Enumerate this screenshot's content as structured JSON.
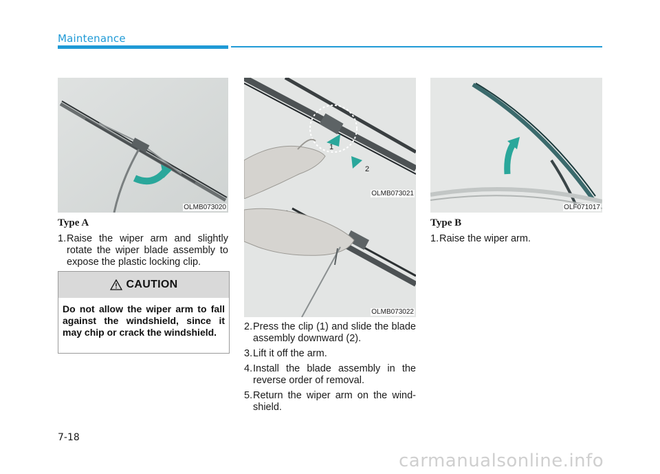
{
  "header": {
    "section": "Maintenance"
  },
  "figures": {
    "fig1": {
      "code": "OLMB073020"
    },
    "fig2": {
      "code": "OLMB073021",
      "callout1": "1",
      "callout2": "2"
    },
    "fig3": {
      "code": "OLMB073022"
    },
    "fig4": {
      "code": "OLF071017"
    }
  },
  "type_a": {
    "heading": "Type A",
    "steps": [
      {
        "num": "1.",
        "text": "Raise the wiper arm and slightly rotate the wiper blade assembly to expose the plastic locking clip."
      }
    ]
  },
  "caution": {
    "title": "CAUTION",
    "body": "Do not allow the wiper arm to fall against the windshield, since it may chip or crack the windshield."
  },
  "middle_steps": [
    {
      "num": "2.",
      "text": "Press the clip (1) and slide the blade assembly downward (2)."
    },
    {
      "num": "3.",
      "text": "Lift it off the arm."
    },
    {
      "num": "4.",
      "text": "Install the blade assembly in the reverse order of removal."
    },
    {
      "num": "5.",
      "text": "Return the wiper arm on the wind-shield."
    }
  ],
  "type_b": {
    "heading": "Type B",
    "steps": [
      {
        "num": "1.",
        "text": "Raise the wiper arm."
      }
    ]
  },
  "footer": {
    "page_number": "7-18",
    "watermark": "carmanualsonline.info"
  }
}
